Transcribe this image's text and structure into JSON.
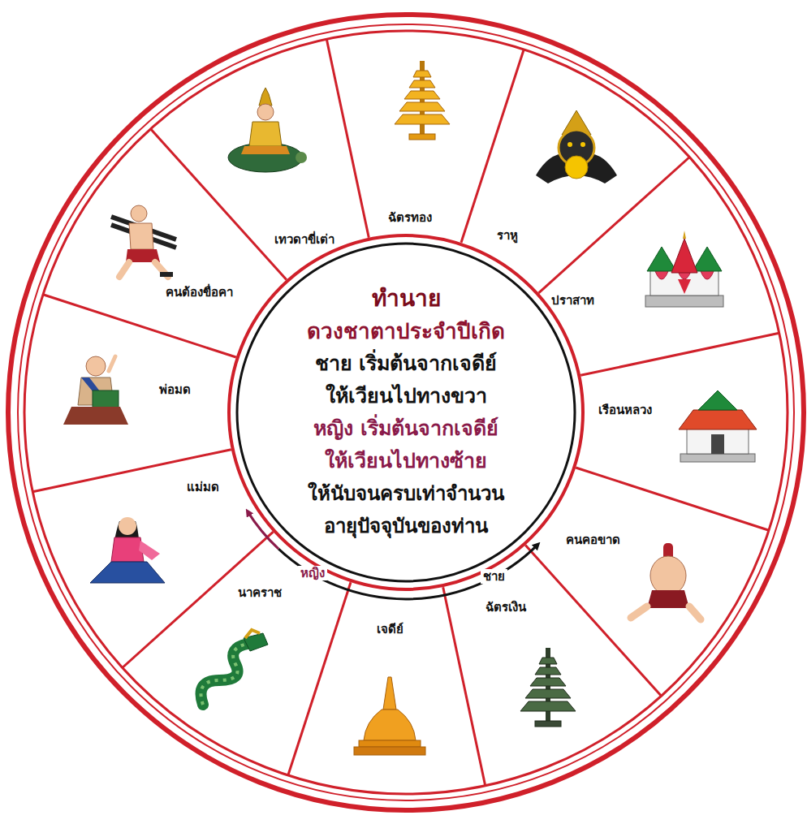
{
  "diagram": {
    "nodes": [
      {
        "text": [
          "ทำนาย",
          "ดวงชาตาประจำปีเกิด",
          "ชาย เริ่มต้นจากเจดีย์",
          "ให้เวียนไปทางขวา",
          "หญิง เริ่มต้นจากเจดีย์",
          "ให้เวียนไปทางซ้าย",
          "ให้นับจนครบเท่าจำนวน",
          "อายุปัจจุบันของท่าน"
        ]
      },
      {
        "text": [
          "ฉัตรทอง"
        ]
      },
      {
        "text": [
          "ราหู"
        ]
      },
      {
        "text": [
          "ปราสาท"
        ]
      },
      {
        "text": [
          "เรือนหลวง"
        ]
      },
      {
        "text": [
          "คนคอขาด"
        ]
      },
      {
        "text": [
          "ฉัตรเงิน"
        ]
      },
      {
        "text": [
          "เจดีย์"
        ]
      },
      {
        "text": [
          "นาคราช"
        ]
      },
      {
        "text": [
          "แม่มด"
        ]
      },
      {
        "text": [
          "พ่อมด"
        ]
      },
      {
        "text": [
          "คนต้องขื่อคา"
        ]
      },
      {
        "text": [
          "เทวดาขี่เต่า"
        ]
      }
    ],
    "labels": [
      "หญิง",
      "ชาย"
    ]
  }
}
